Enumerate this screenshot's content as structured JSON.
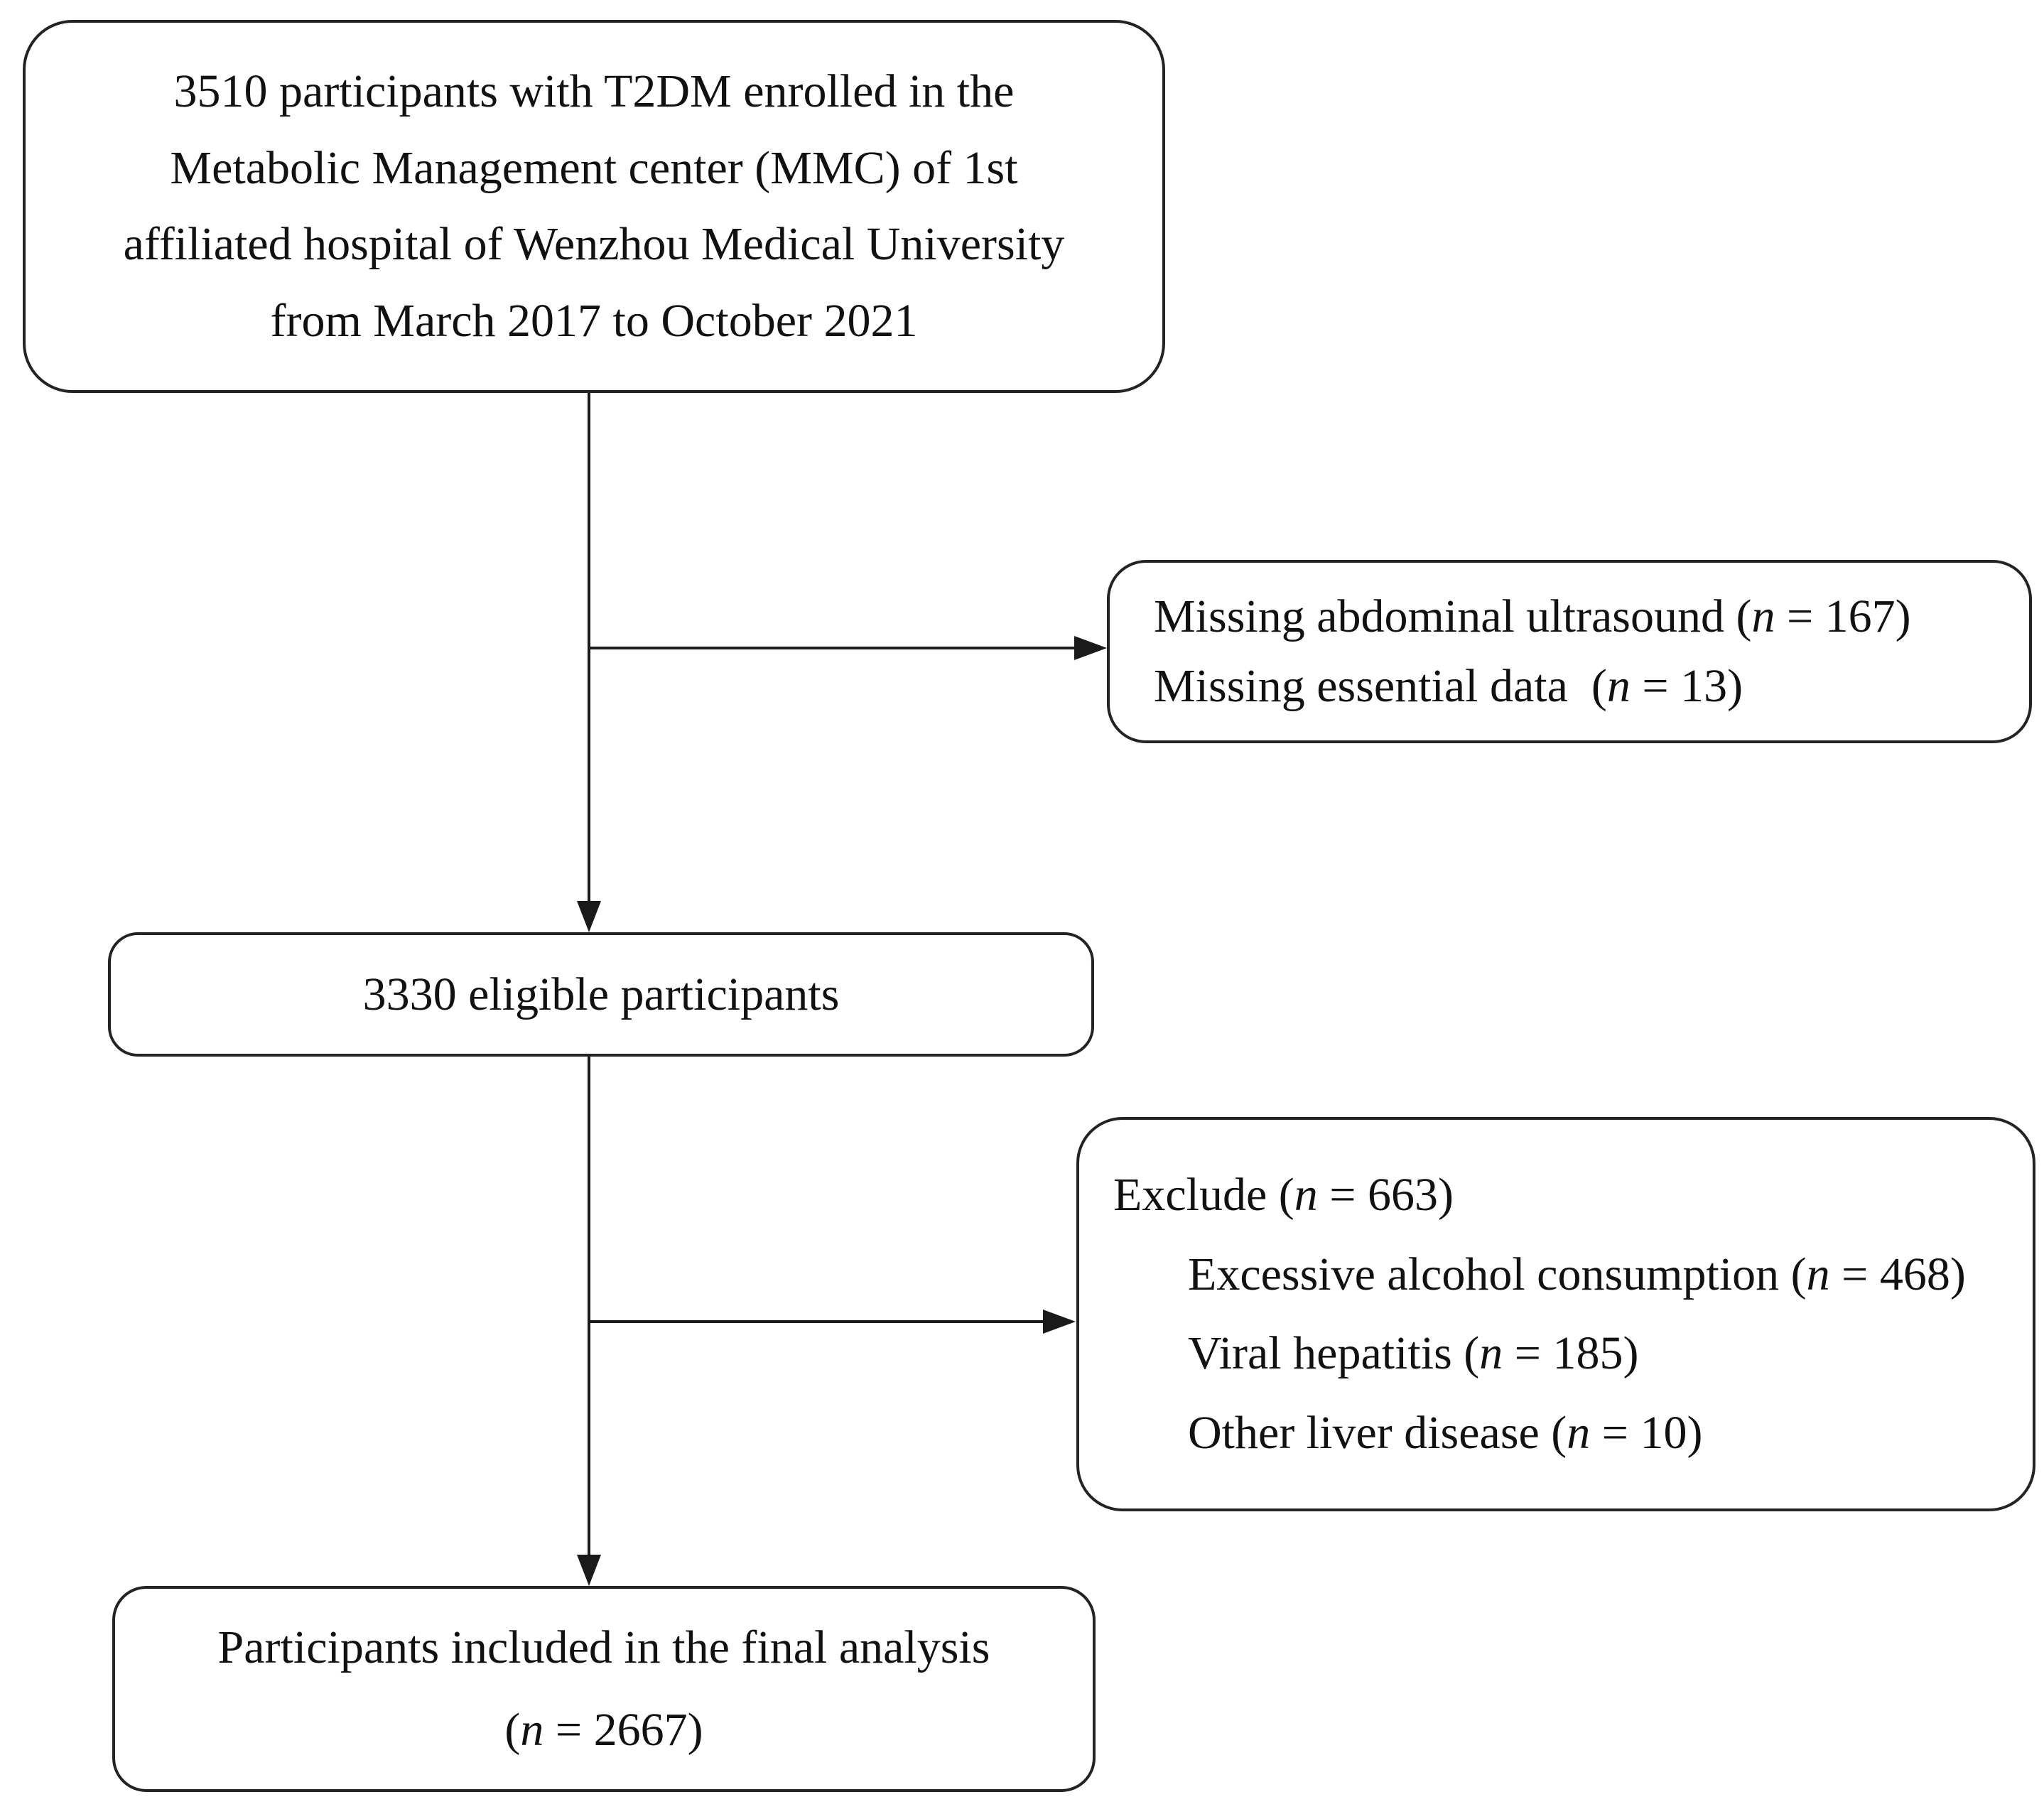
{
  "figure": {
    "background": "#ffffff",
    "line_color": "#1a1a1a",
    "border_color": "#232323",
    "text_color": "#111111"
  },
  "boxes": {
    "enrollment": {
      "lines": [
        "3510 participants with T2DM enrolled in the",
        "Metabolic Management center (MMC) of 1st",
        "affiliated hospital of Wenzhou Medical University",
        "from March 2017 to October 2021"
      ]
    },
    "exclusion1": {
      "lines": [
        {
          "pre": "Missing abdominal ultrasound (",
          "n": "n",
          "post": " = 167)"
        },
        {
          "pre": "Missing essential data  (",
          "n": "n",
          "post": " = 13)"
        }
      ]
    },
    "eligible": {
      "text": "3330 eligible participants"
    },
    "exclusion2": {
      "lines": [
        {
          "pre": "Exclude (",
          "n": "n",
          "post": " = 663)"
        },
        {
          "pre": "Excessive alcohol consumption (",
          "n": "n",
          "post": " = 468)"
        },
        {
          "pre": "Viral hepatitis (",
          "n": "n",
          "post": " = 185)"
        },
        {
          "pre": "Other liver disease (",
          "n": "n",
          "post": " = 10)"
        }
      ]
    },
    "final": {
      "line1": "Participants included in the final analysis",
      "line2": {
        "pre": "(",
        "n": "n",
        "post": " = 2667)"
      }
    }
  }
}
